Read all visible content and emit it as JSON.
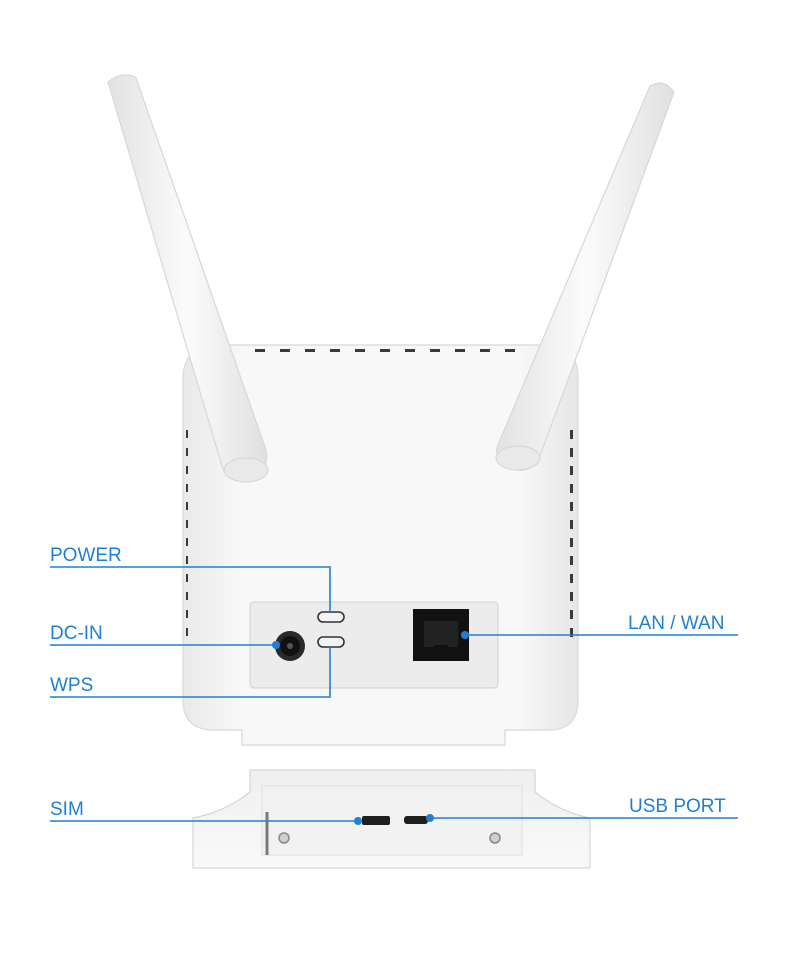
{
  "callouts": {
    "power": "POWER",
    "dc_in": "DC-IN",
    "wps": "WPS",
    "lan_wan": "LAN / WAN",
    "sim": "SIM",
    "usb_port": "USB PORT"
  },
  "colors": {
    "callout": "#1f7fd6",
    "device": "#f6f6f6",
    "device_edge": "#dcdcdc",
    "port_dark": "#1a1a1a"
  }
}
